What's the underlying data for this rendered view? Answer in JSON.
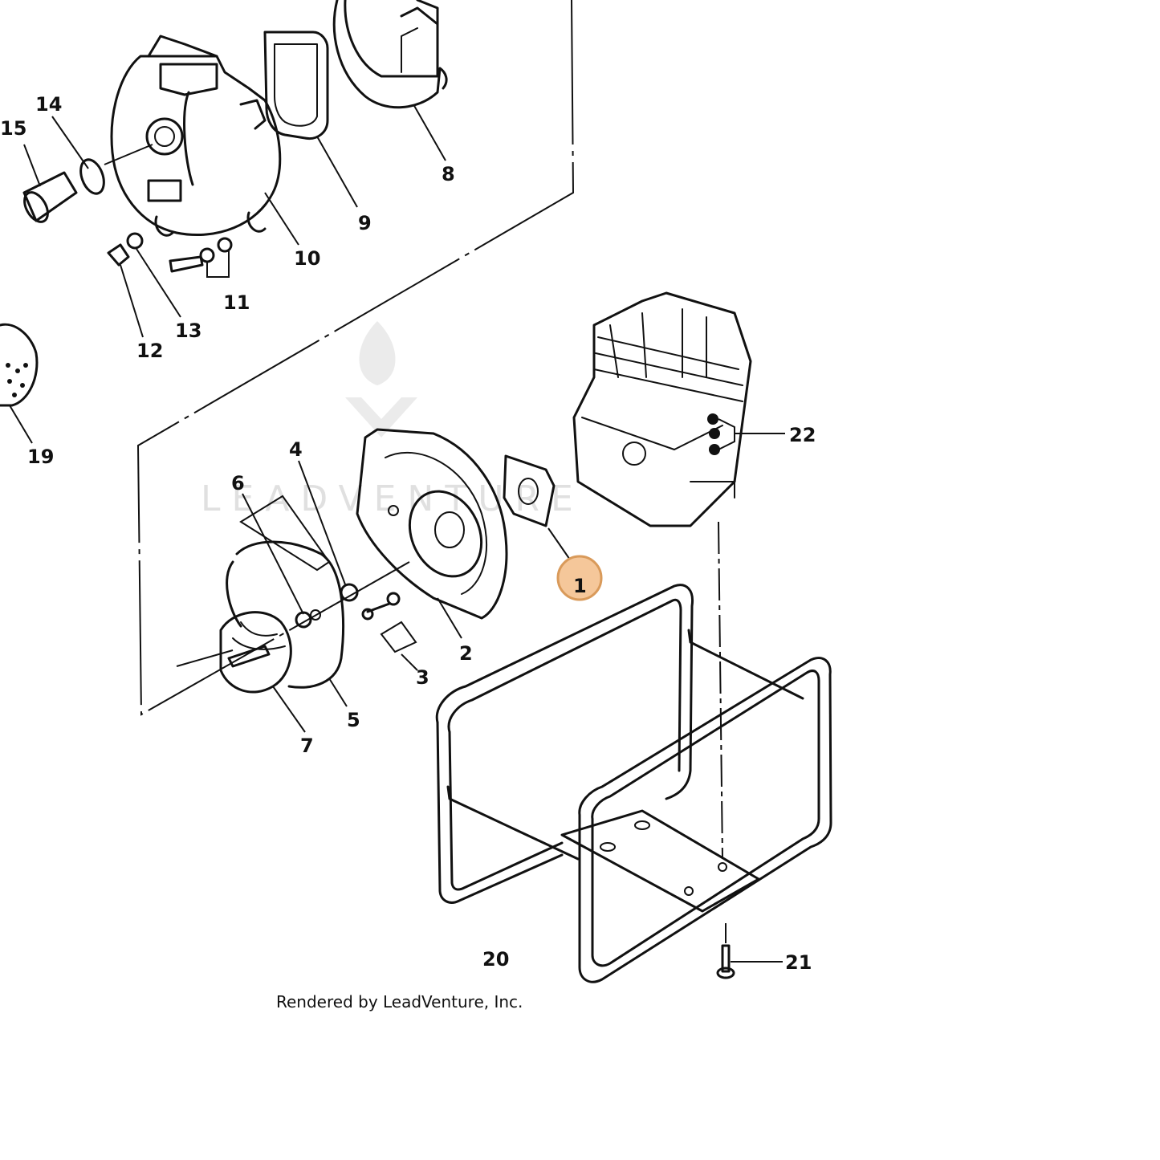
{
  "footer": {
    "text": "Rendered by LeadVenture, Inc."
  },
  "watermark": {
    "text": "LEADVENTURE"
  },
  "highlight": {
    "callout": "1",
    "color": "#f5c79a",
    "border": "#d99a5a"
  },
  "callouts": {
    "c1": "1",
    "c2": "2",
    "c3": "3",
    "c4": "4",
    "c5": "5",
    "c6": "6",
    "c7": "7",
    "c8": "8",
    "c9": "9",
    "c10": "10",
    "c11": "11",
    "c12": "12",
    "c13": "13",
    "c14": "14",
    "c15": "15",
    "c19": "19",
    "c20": "20",
    "c21": "21",
    "c22": "22"
  }
}
